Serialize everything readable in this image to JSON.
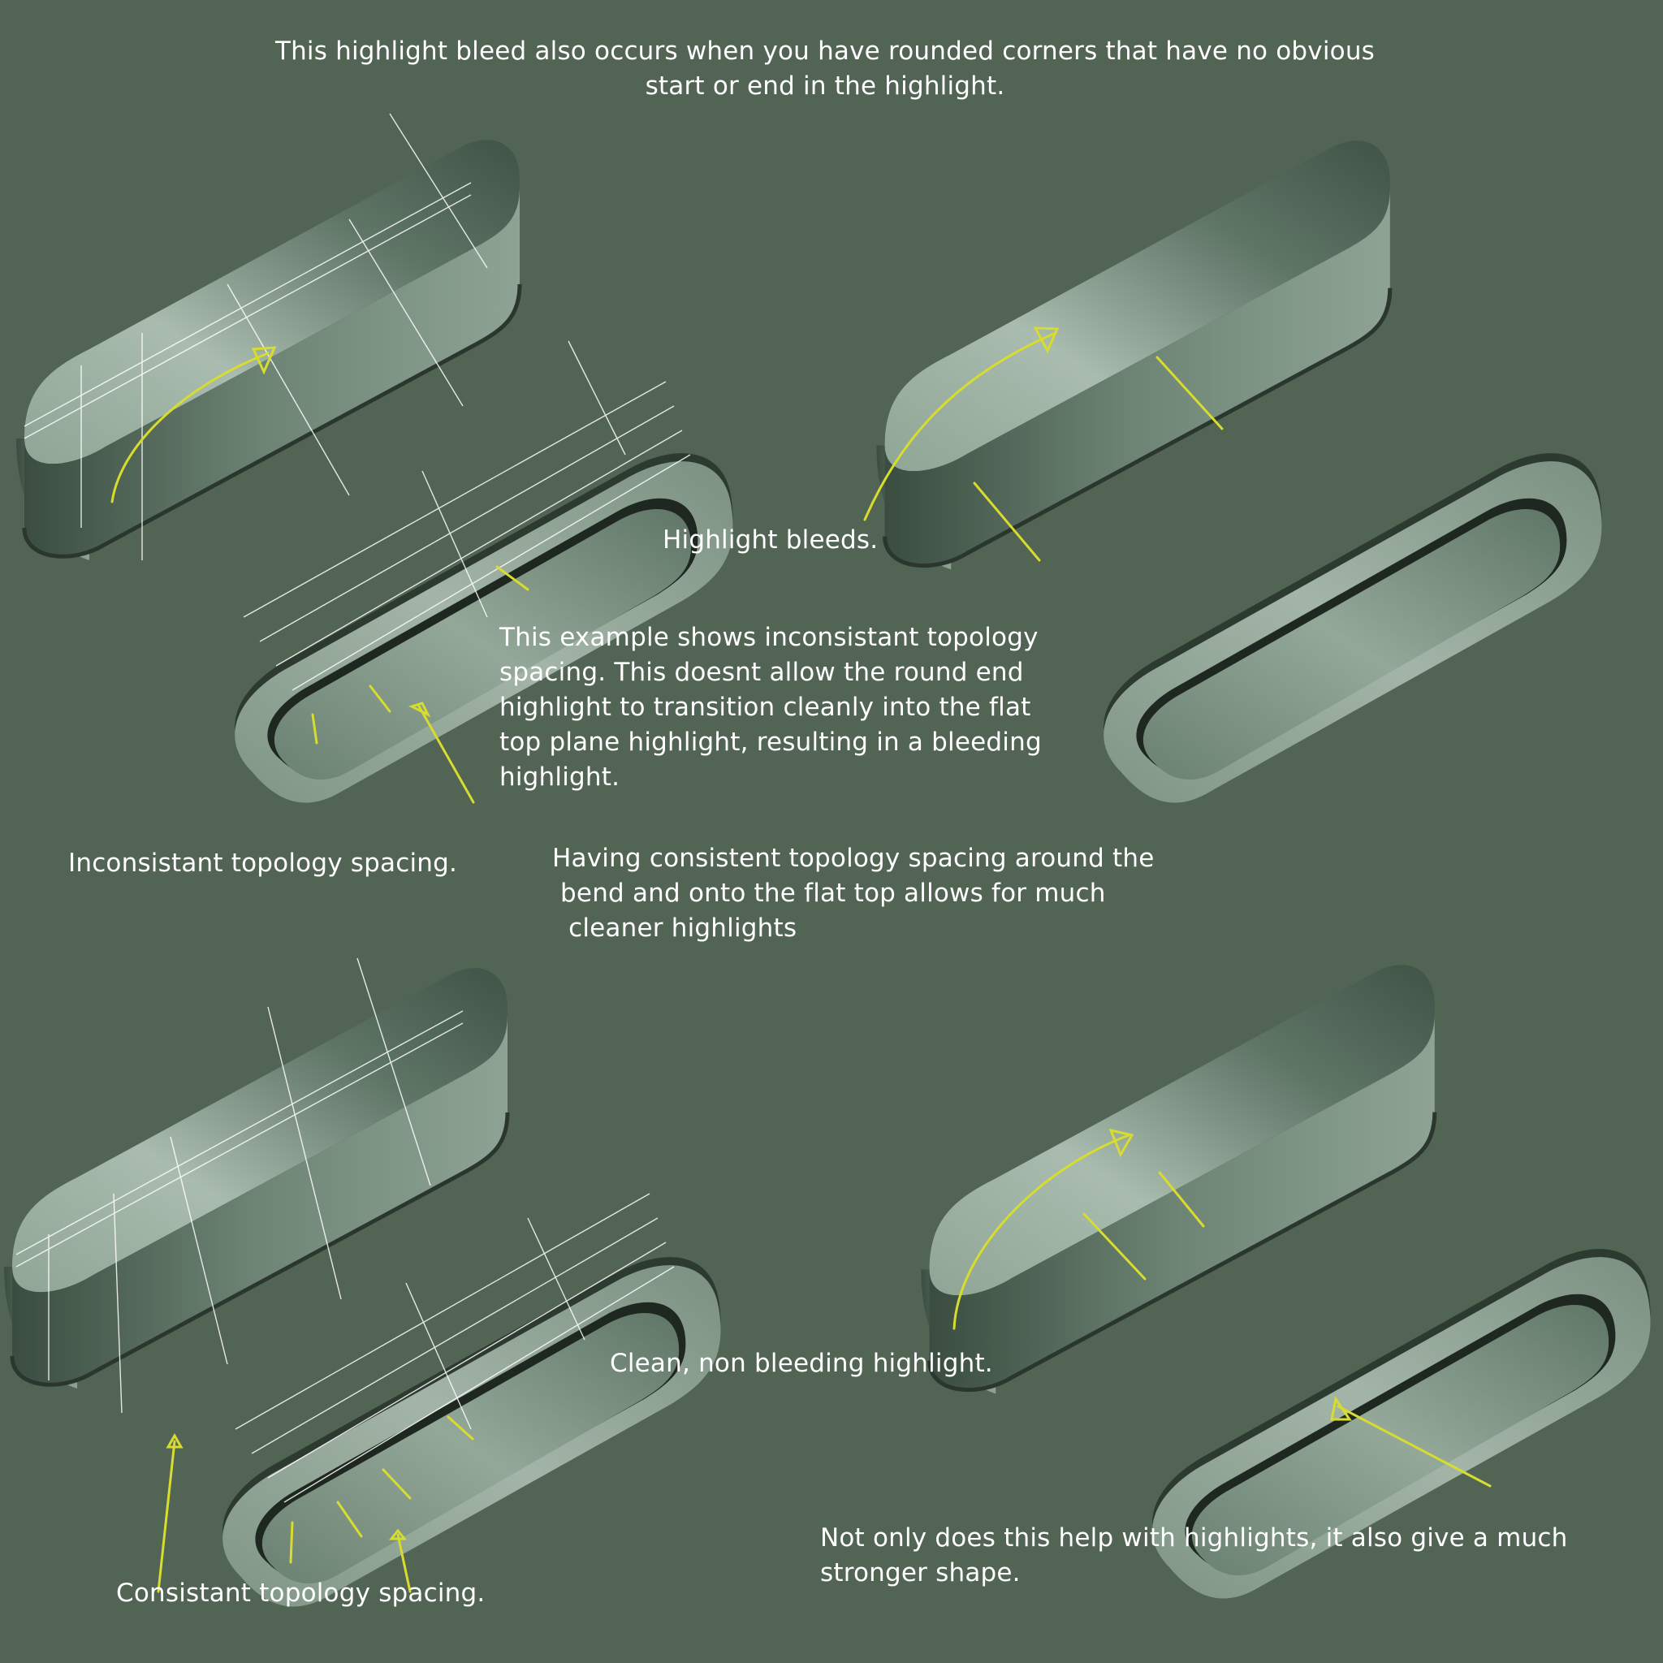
{
  "colors": {
    "background": "#526454",
    "annotation": "#d8dc2e",
    "text": "#ffffff"
  },
  "notes": {
    "top_title": "This highlight bleed also occurs when you have rounded corners that have no obvious\nstart or end in the highlight.",
    "highlight_bleeds": "Highlight bleeds.",
    "inconsistent_example": "This example shows inconsistant topology\nspacing. This doesnt allow the round end\nhighlight to transition cleanly into the flat\ntop plane highlight, resulting in a bleeding\nhighlight.",
    "inconsistent_label": "Inconsistant topology spacing.",
    "consistent_example": "Having consistent topology spacing around the\n bend and onto the flat top allows for much\n  cleaner highlights",
    "clean_highlight": "Clean, non bleeding highlight.",
    "stronger_shape": "Not only does this help with highlights, it also give a much\nstronger shape.",
    "consistent_label": "Consistant topology spacing."
  },
  "panels": [
    {
      "name": "wireframe-inconsistent",
      "mode": "wireframe"
    },
    {
      "name": "shaded-inconsistent",
      "mode": "shaded"
    },
    {
      "name": "wireframe-consistent",
      "mode": "wireframe"
    },
    {
      "name": "shaded-consistent",
      "mode": "shaded"
    }
  ]
}
